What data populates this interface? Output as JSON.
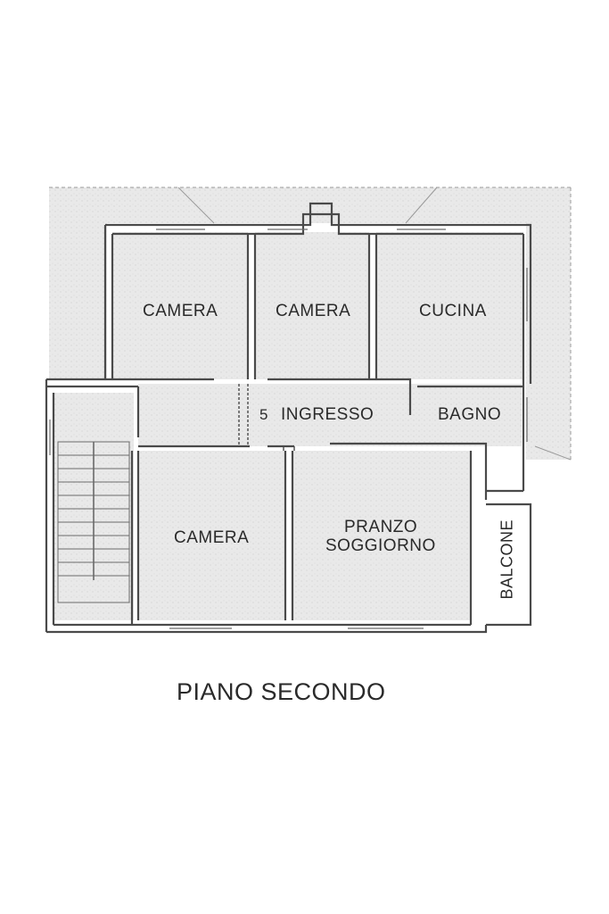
{
  "plan": {
    "title": "PIANO SECONDO",
    "rooms": {
      "camera_1": "CAMERA",
      "camera_2": "CAMERA",
      "cucina": "CUCINA",
      "ingresso": "INGRESSO",
      "ingresso_number": "5",
      "bagno": "BAGNO",
      "camera_3": "CAMERA",
      "pranzo": "PRANZO",
      "soggiorno": "SOGGIORNO",
      "balcone": "BALCONE"
    }
  },
  "colors": {
    "background": "#ffffff",
    "paper_shade": "#e6e6e6",
    "room_fill": "#ebebeb",
    "wall": "#4a4a4a",
    "text": "#2a2a2a"
  }
}
